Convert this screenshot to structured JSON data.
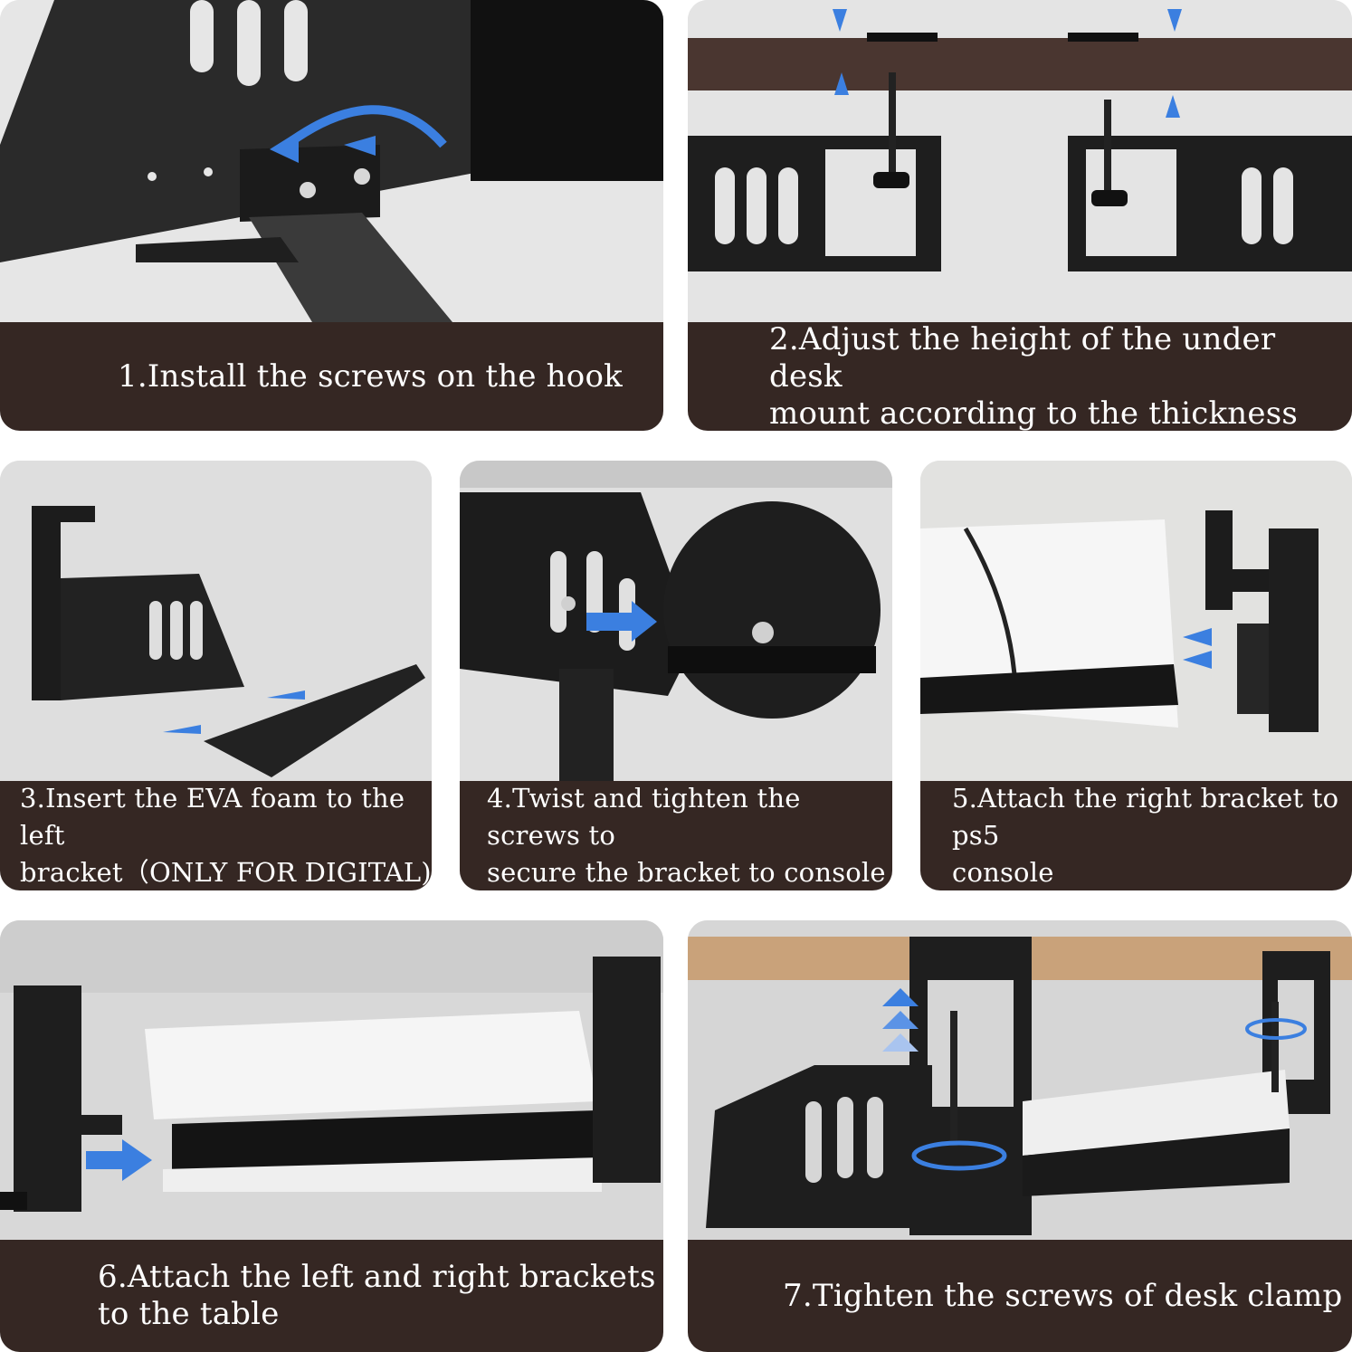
{
  "colors": {
    "caption_bg": "#352723",
    "caption_text": "#ffffff",
    "arrow_blue": "#3b7fe0",
    "bracket_black": "#1c1c1c",
    "desk_brown": "#4a3630",
    "desk_wood": "#c9a27a"
  },
  "steps": [
    {
      "number": "1",
      "caption": "1.Install the screws on the hook"
    },
    {
      "number": "2",
      "caption": "2.Adjust the height of the under desk\nmount according to the thickness"
    },
    {
      "number": "3",
      "caption": "3.Insert the EVA foam to the left\nbracket（ONLY FOR DIGITAL)"
    },
    {
      "number": "4",
      "caption": "4.Twist and tighten the screws to\nsecure the bracket to console"
    },
    {
      "number": "5",
      "caption": "5.Attach the right bracket to ps5\nconsole"
    },
    {
      "number": "6",
      "caption": "6.Attach the left and right brackets\nto the table"
    },
    {
      "number": "7",
      "caption": "7.Tighten the screws of desk clamp"
    }
  ]
}
